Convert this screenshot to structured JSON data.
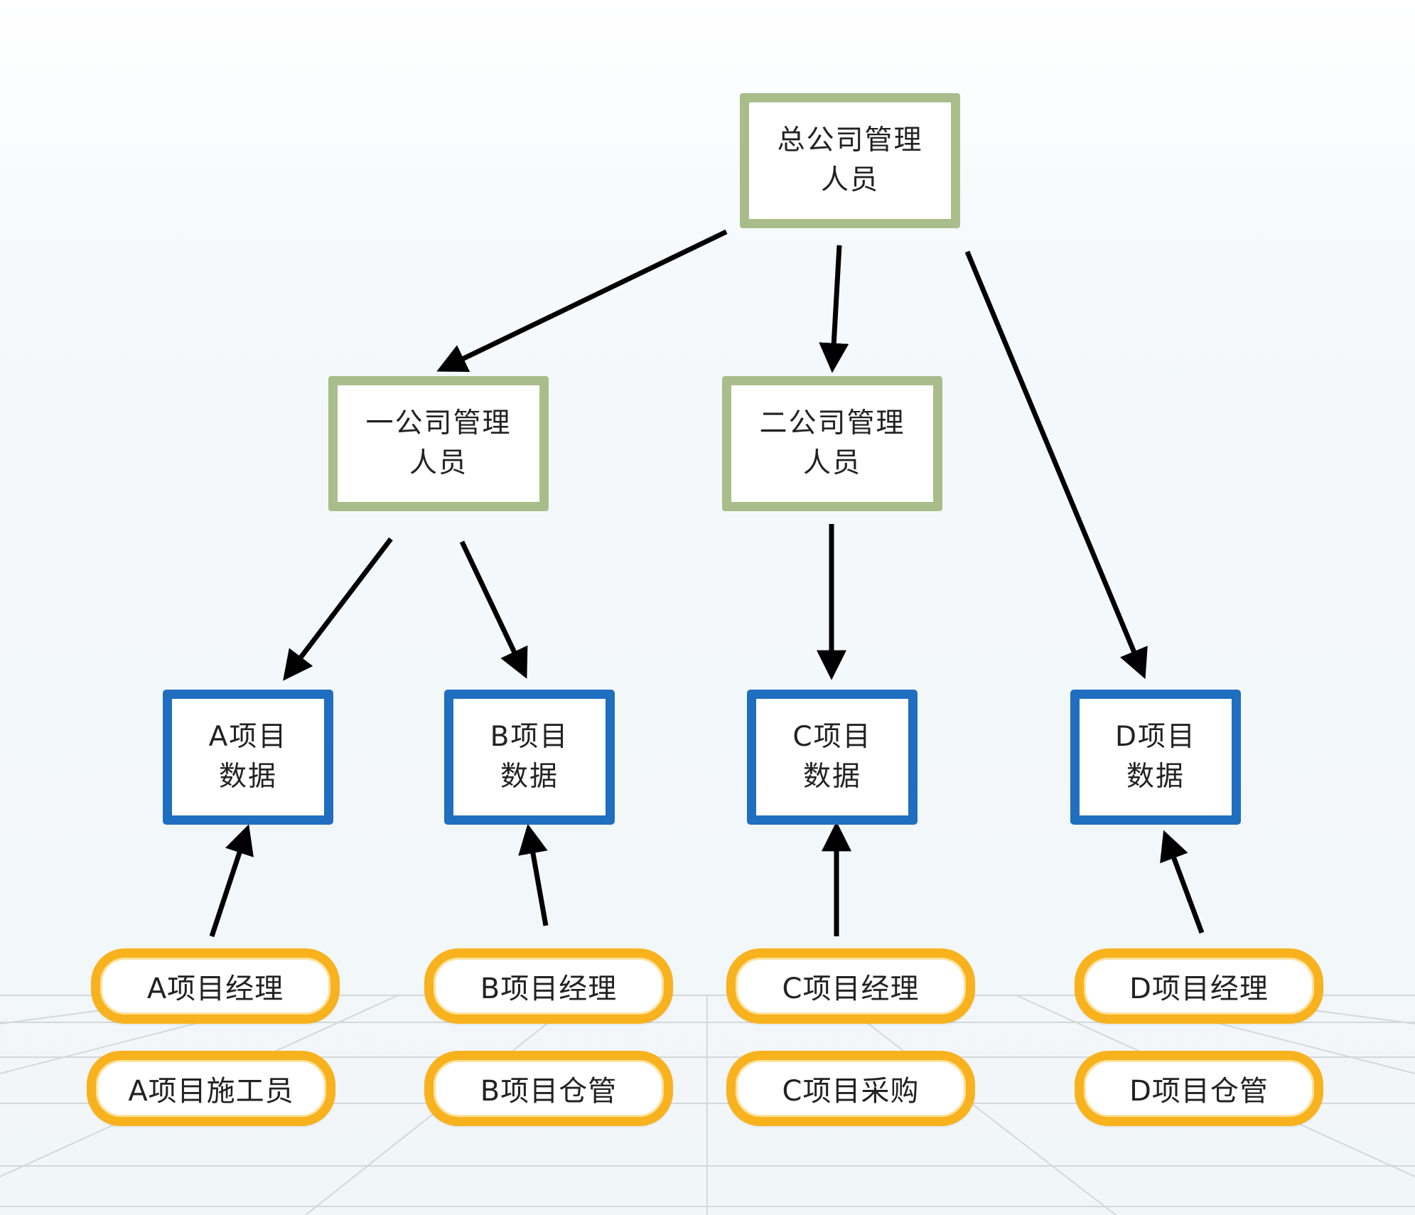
{
  "nodes": {
    "hq": "总公司管理人员",
    "company1": "一公司管理人员",
    "company2": "二公司管理人员",
    "projA": "A项目数据",
    "projB": "B项目数据",
    "projC": "C项目数据",
    "projD": "D项目数据",
    "staffA1": "A项目经理",
    "staffA2": "A项目施工员",
    "staffB1": "B项目经理",
    "staffB2": "B项目仓管",
    "staffC1": "C项目经理",
    "staffC2": "C项目采购",
    "staffD1": "D项目经理",
    "staffD2": "D项目仓管"
  },
  "colors": {
    "manager_border": "#a9bd8b",
    "project_border": "#1f6ec0",
    "staff_border": "#f8b21e",
    "arrow": "#000000",
    "grid": "#d3d8db"
  }
}
